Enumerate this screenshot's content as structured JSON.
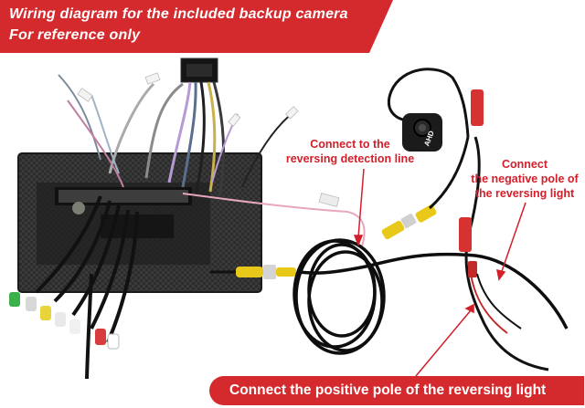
{
  "header": {
    "line1": "Wiring diagram for the included backup camera",
    "line2": "For reference only",
    "banner_color": "#d42a2e"
  },
  "callouts": {
    "detection_line": [
      "Connect to the",
      "reversing detection line"
    ],
    "negative_pole": [
      "Connect",
      "the negative pole of",
      "the reversing light"
    ],
    "positive_pole": "Connect the positive pole of the reversing light"
  },
  "camera": {
    "label": "AHD"
  },
  "colors": {
    "accent": "#d42a2e",
    "callout_text": "#d21f2a",
    "rca_yellow": "#e8c91a"
  }
}
